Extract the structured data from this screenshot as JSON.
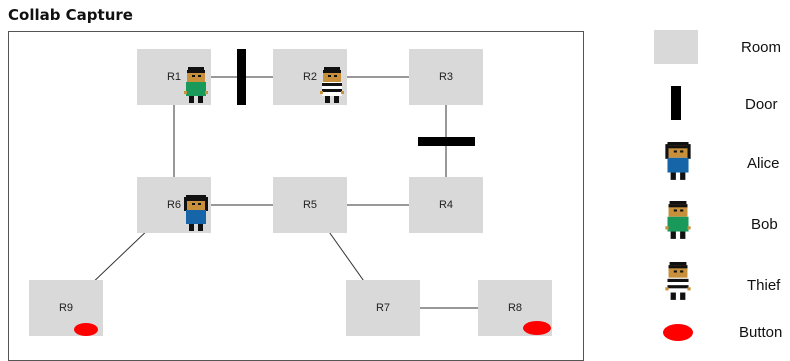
{
  "title": "Collab Capture",
  "rooms": [
    {
      "id": "R1",
      "label": "R1"
    },
    {
      "id": "R2",
      "label": "R2"
    },
    {
      "id": "R3",
      "label": "R3"
    },
    {
      "id": "R4",
      "label": "R4"
    },
    {
      "id": "R5",
      "label": "R5"
    },
    {
      "id": "R6",
      "label": "R6"
    },
    {
      "id": "R7",
      "label": "R7"
    },
    {
      "id": "R8",
      "label": "R8"
    },
    {
      "id": "R9",
      "label": "R9"
    }
  ],
  "connections": [
    [
      "R1",
      "R2"
    ],
    [
      "R2",
      "R3"
    ],
    [
      "R3",
      "R4"
    ],
    [
      "R1",
      "R6"
    ],
    [
      "R6",
      "R5"
    ],
    [
      "R5",
      "R4"
    ],
    [
      "R6",
      "R9"
    ],
    [
      "R5",
      "R7"
    ],
    [
      "R7",
      "R8"
    ]
  ],
  "doors": [
    {
      "between": [
        "R1",
        "R2"
      ],
      "orientation": "vertical"
    },
    {
      "between": [
        "R3",
        "R4"
      ],
      "orientation": "horizontal"
    }
  ],
  "characters": [
    {
      "name": "Alice",
      "room": "R6",
      "shirt_color": "#1565a8"
    },
    {
      "name": "Bob",
      "room": "R1",
      "shirt_color": "#1a9a5a"
    },
    {
      "name": "Thief",
      "room": "R2",
      "shirt_color": "striped"
    }
  ],
  "buttons": [
    {
      "room": "R9"
    },
    {
      "room": "R8"
    }
  ],
  "legend": {
    "room": "Room",
    "door": "Door",
    "alice": "Alice",
    "bob": "Bob",
    "thief": "Thief",
    "button": "Button"
  },
  "colors": {
    "room": "#d9d9d9",
    "door": "#000000",
    "button": "#ff0000",
    "skin": "#c8903a",
    "hair": "#111111"
  }
}
